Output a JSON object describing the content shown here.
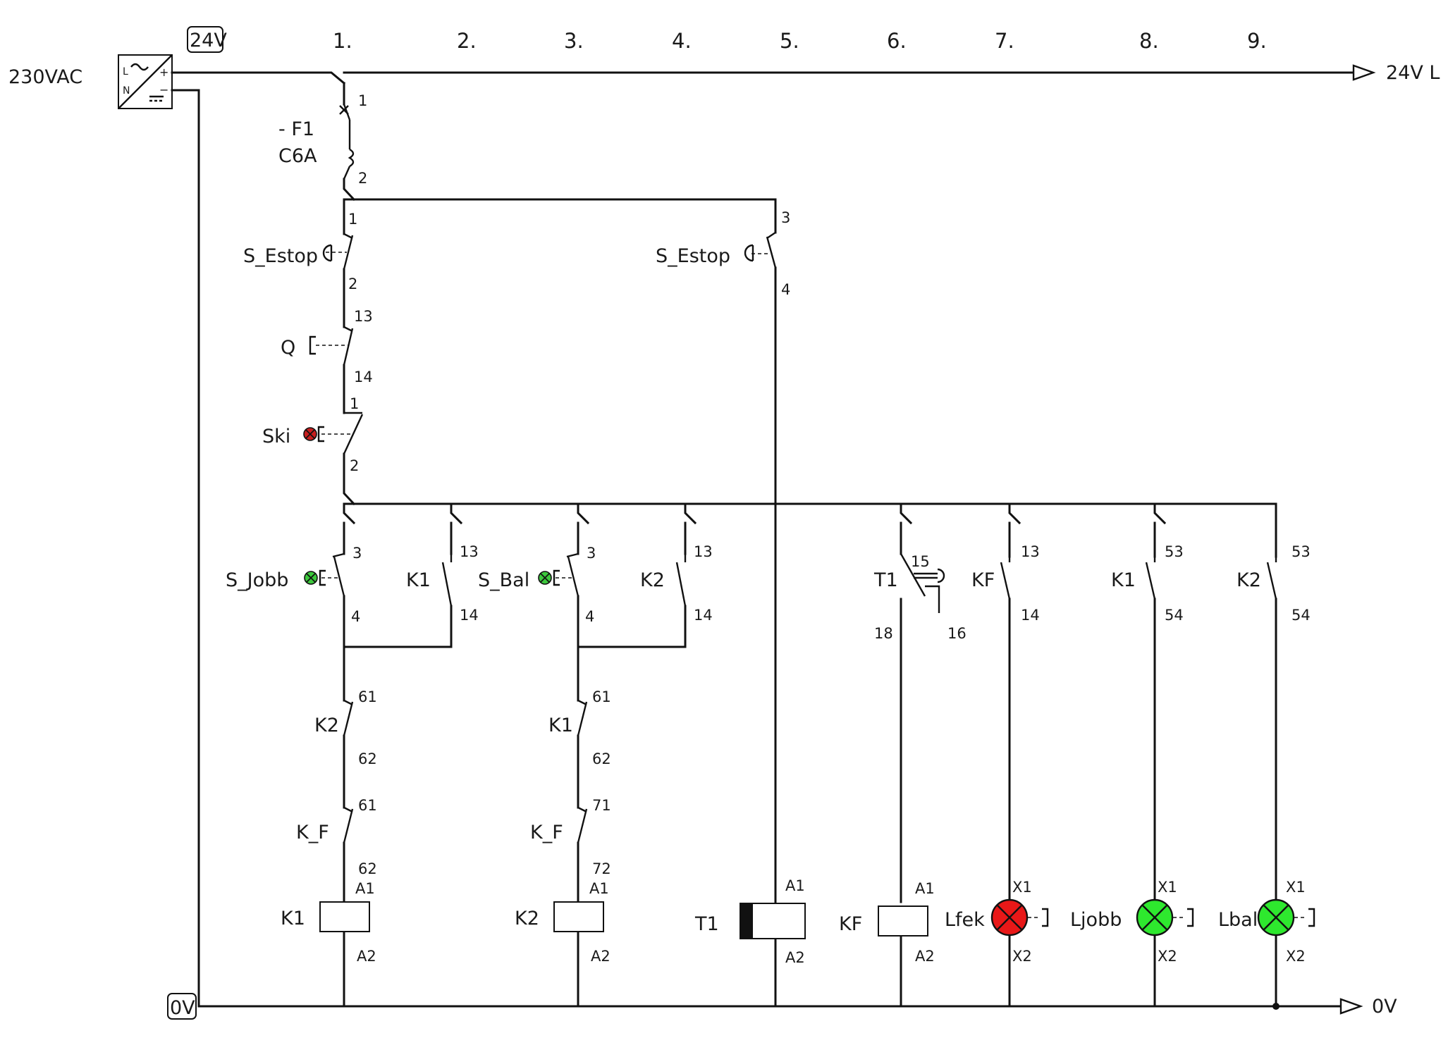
{
  "supply": {
    "input_label": "230VAC",
    "output_label": "24V",
    "zero_label": "0V",
    "rail_top_label": "24V L",
    "rail_bottom_label": "0V",
    "psu_l": "L",
    "psu_n": "N",
    "psu_plus": "+",
    "psu_minus": "−"
  },
  "columns": [
    "1.",
    "2.",
    "3.",
    "4.",
    "5.",
    "6.",
    "7.",
    "8.",
    "9."
  ],
  "breaker": {
    "name": "- F1",
    "rating": "C6A",
    "t1": "1",
    "t2": "2"
  },
  "estop_1": {
    "name": "S_Estop",
    "t1": "1",
    "t2": "2"
  },
  "estop_2": {
    "name": "S_Estop",
    "t1": "3",
    "t2": "4"
  },
  "q_switch": {
    "name": "Q",
    "t1": "13",
    "t2": "14"
  },
  "ski": {
    "name": "Ski",
    "t1": "1",
    "t2": "2"
  },
  "s_jobb": {
    "name": "S_Jobb",
    "t1": "3",
    "t2": "4"
  },
  "k1_hold": {
    "name": "K1",
    "t1": "13",
    "t2": "14"
  },
  "s_bal": {
    "name": "S_Bal",
    "t1": "3",
    "t2": "4"
  },
  "k2_hold": {
    "name": "K2",
    "t1": "13",
    "t2": "14"
  },
  "k2_nc": {
    "name": "K2",
    "t1": "61",
    "t2": "62"
  },
  "kf_nc_1": {
    "name": "K_F",
    "t1": "61",
    "t2": "62"
  },
  "k1_nc": {
    "name": "K1",
    "t1": "61",
    "t2": "62"
  },
  "kf_nc_2": {
    "name": "K_F",
    "t1": "71",
    "t2": "72"
  },
  "t1_contact": {
    "name": "T1",
    "t15": "15",
    "t16": "16",
    "t18": "18"
  },
  "kf_contact": {
    "name": "KF",
    "t1": "13",
    "t2": "14"
  },
  "k1_aux": {
    "name": "K1",
    "t1": "53",
    "t2": "54"
  },
  "k2_aux": {
    "name": "K2",
    "t1": "53",
    "t2": "54"
  },
  "coil_k1": {
    "name": "K1",
    "a1": "A1",
    "a2": "A2"
  },
  "coil_k2": {
    "name": "K2",
    "a1": "A1",
    "a2": "A2"
  },
  "coil_t1": {
    "name": "T1",
    "a1": "A1",
    "a2": "A2"
  },
  "coil_kf": {
    "name": "KF",
    "a1": "A1",
    "a2": "A2"
  },
  "lamp_fek": {
    "name": "Lfek",
    "x1": "X1",
    "x2": "X2",
    "color": "#e81818"
  },
  "lamp_jobb": {
    "name": "Ljobb",
    "x1": "X1",
    "x2": "X2",
    "color": "#2ee82e"
  },
  "lamp_bal": {
    "name": "Lbal",
    "x1": "X1",
    "x2": "X2",
    "color": "#2ee82e"
  },
  "indicator_ski": {
    "color": "#c81e1e"
  },
  "indicator_jobb": {
    "color": "#3cc83c"
  },
  "indicator_bal": {
    "color": "#3cc83c"
  }
}
